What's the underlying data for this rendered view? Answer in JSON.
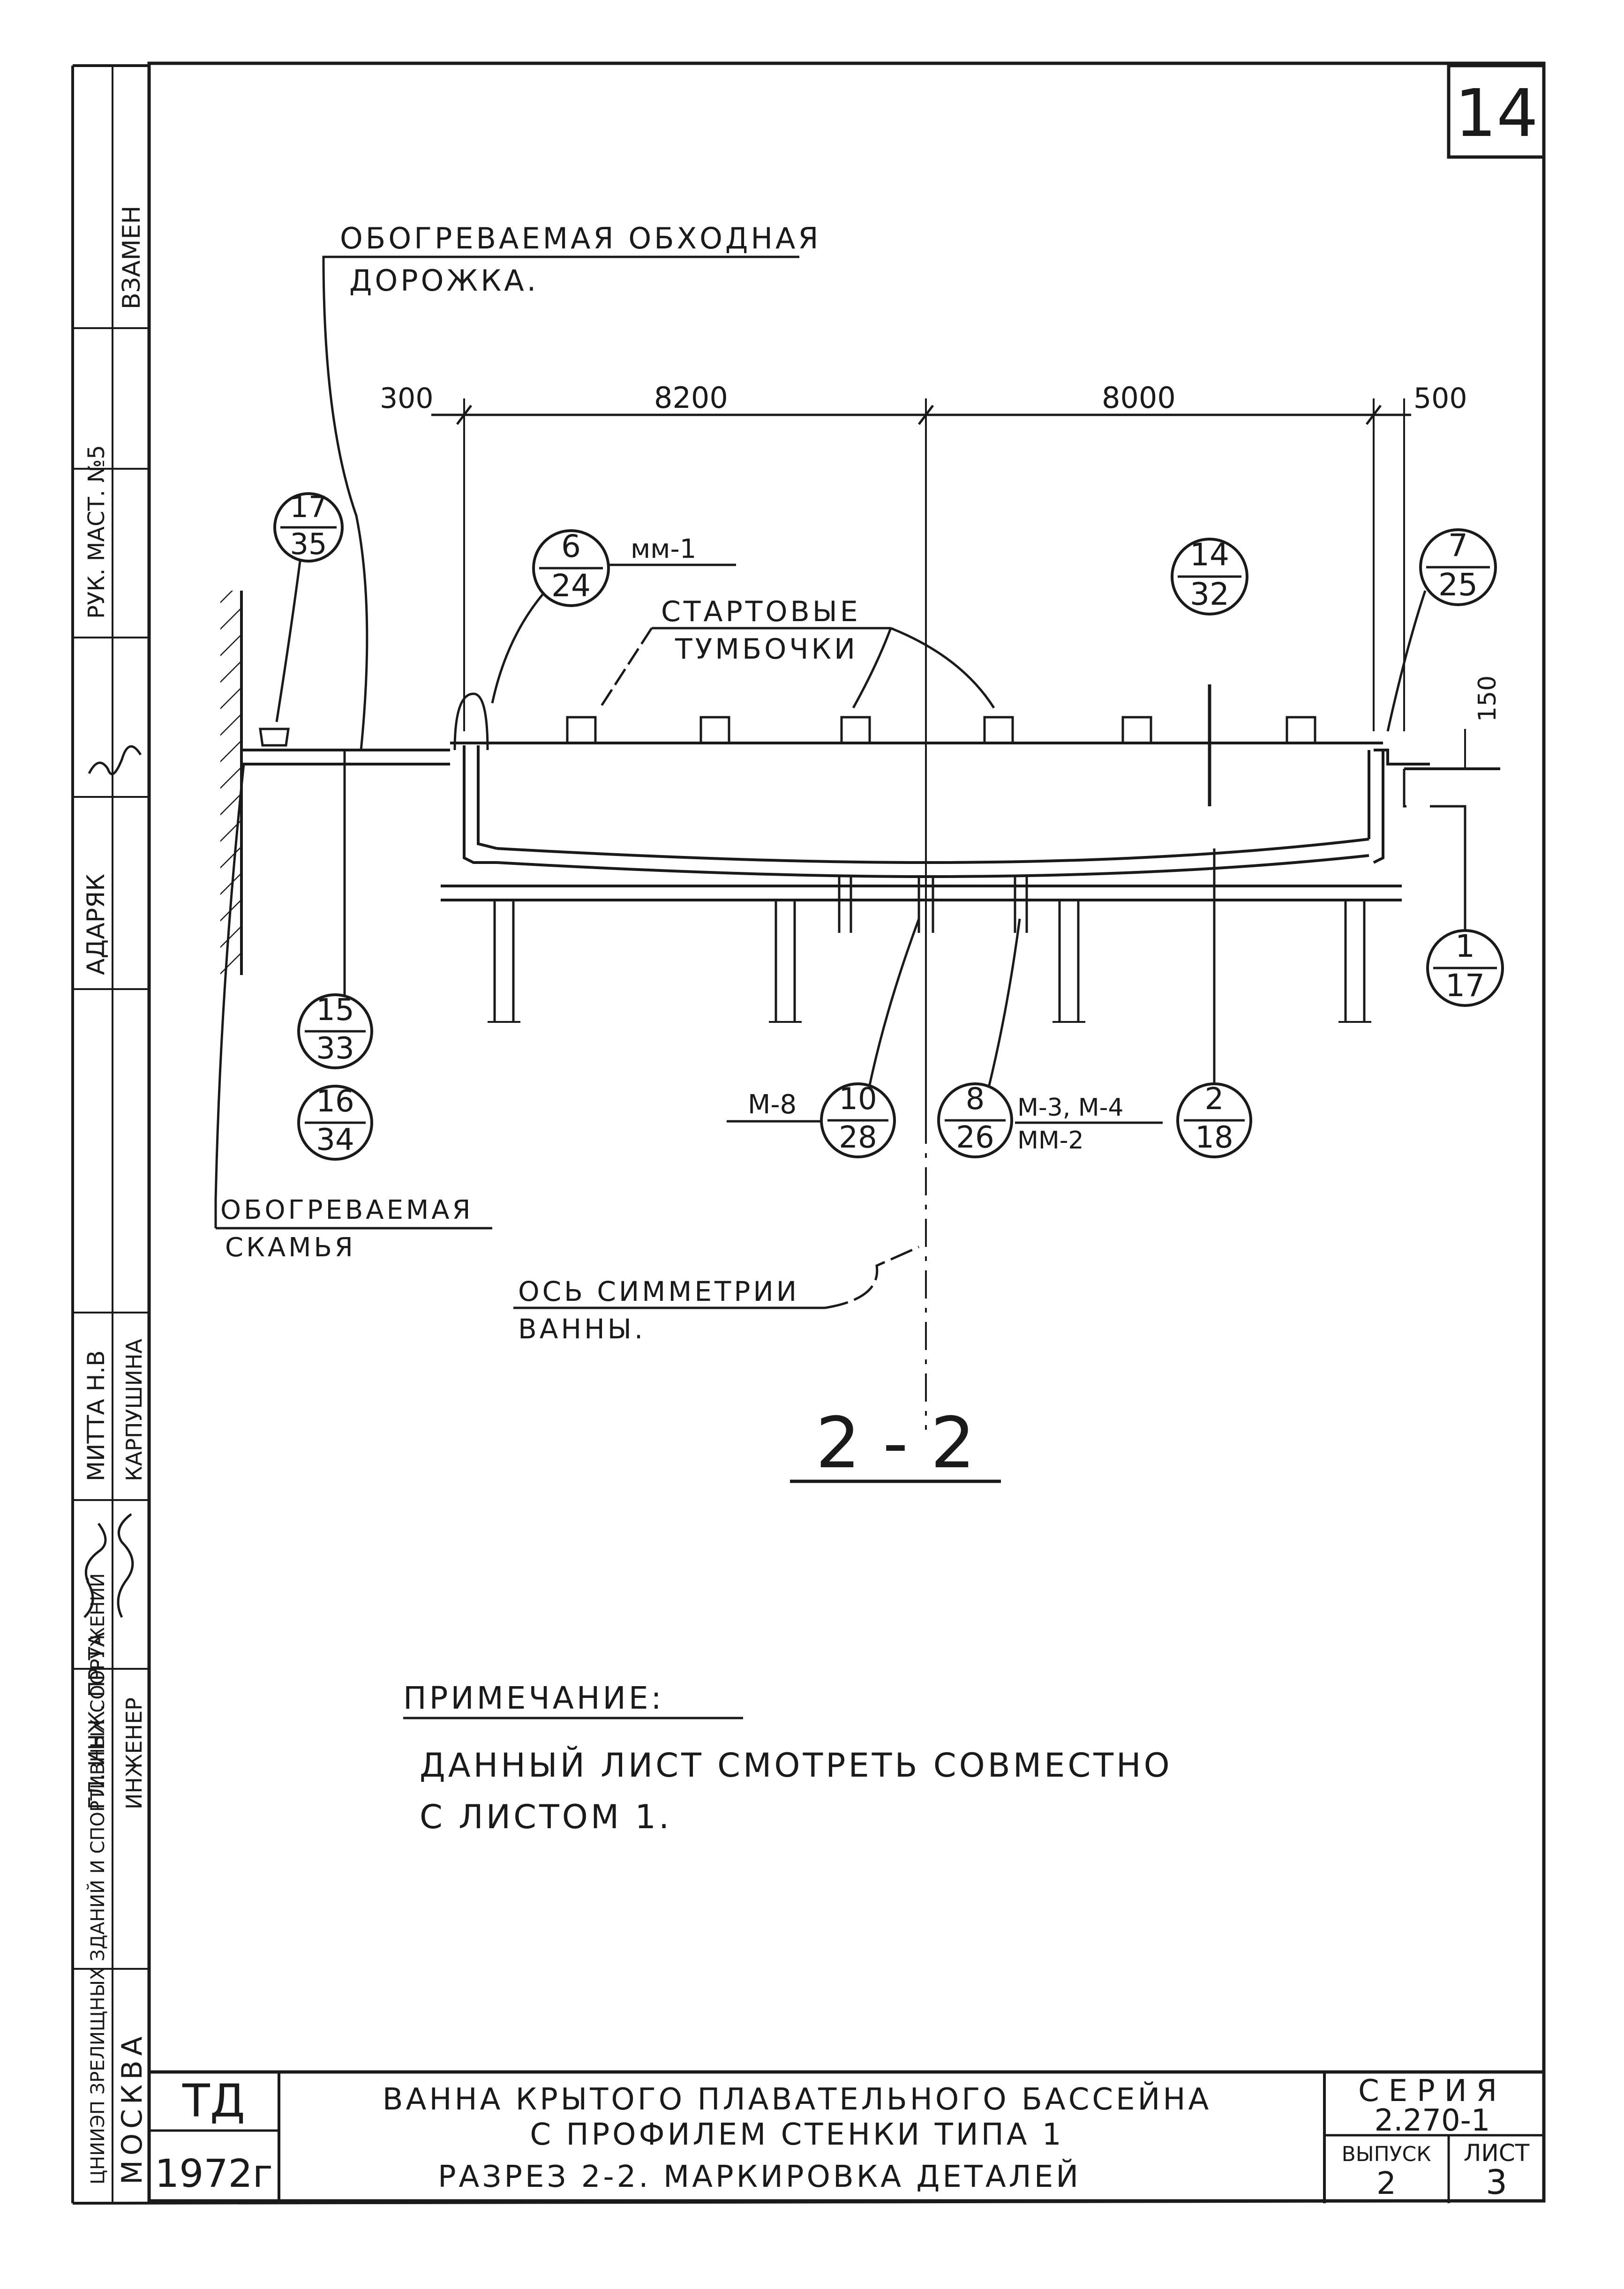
{
  "sheet_number": "14",
  "labels": {
    "walkway_line1": "ОБОГРЕВАЕМАЯ ОБХОДНАЯ",
    "walkway_line2": "ДОРОЖКА.",
    "starting_blocks_line1": "СТАРТОВЫЕ",
    "starting_blocks_line2": "ТУМБОЧКИ",
    "bench_line1": "ОБОГРЕВАЕМАЯ",
    "bench_line2": "СКАМЬЯ",
    "axis_line1": "ОСЬ СИММЕТРИИ",
    "axis_line2": "ВАННЫ."
  },
  "dimensions": {
    "left_offset": "300",
    "span_left": "8200",
    "span_right": "8000",
    "right_offset": "500",
    "edge_height": "150"
  },
  "callouts": {
    "c17_35": {
      "top": "17",
      "bottom": "35"
    },
    "c6_24": {
      "top": "6",
      "bottom": "24",
      "mark": "мм-1"
    },
    "c14_32": {
      "top": "14",
      "bottom": "32"
    },
    "c7_25": {
      "top": "7",
      "bottom": "25"
    },
    "c1_17": {
      "top": "1",
      "bottom": "17"
    },
    "c15_33": {
      "top": "15",
      "bottom": "33"
    },
    "c16_34": {
      "top": "16",
      "bottom": "34"
    },
    "c10_28": {
      "top": "10",
      "bottom": "28",
      "mark": "М-8"
    },
    "c8_26": {
      "top": "8",
      "bottom": "26",
      "mark_line1": "М-3, М-4",
      "mark_line2": "ММ-2"
    },
    "c2_18": {
      "top": "2",
      "bottom": "18"
    }
  },
  "section_title": "2 - 2",
  "note": {
    "heading": "ПРИМЕЧАНИЕ:",
    "line1": "ДАННЫЙ ЛИСТ СМОТРЕТЬ СОВМЕСТНО",
    "line2": "С ЛИСТОМ 1."
  },
  "title_block": {
    "org_logo": "ТД",
    "year": "1972г",
    "title_line1": "ВАННА КРЫТОГО ПЛАВАТЕЛЬНОГО БАССЕЙНА",
    "title_line2": "С ПРОФИЛЕМ СТЕНКИ ТИПА 1",
    "title_line3": "РАЗРЕЗ 2-2. МАРКИРОВКА ДЕТАЛЕЙ",
    "series_label": "СЕРИЯ",
    "series_value": "2.270-1",
    "issue_label": "ВЫПУСК",
    "issue_value": "2",
    "sheet_label": "ЛИСТ",
    "sheet_value": "3"
  },
  "side_stamp": {
    "city": "МОСКВА",
    "org": "ЦНИИЭП ЗРЕЛИЩНЫХ ЗДАНИЙ И СПОРТИВНЫХ СООРУЖЕНИЙ",
    "replaced": "ВЗАМЕН",
    "role1": "РУК. МАСТ. №5",
    "role2": "ГЛ. ИНЖ. ПР-ТА",
    "role3": "ИНЖЕНЕР",
    "name1": "АДАРЯК",
    "name2": "МИТТА Н.В",
    "name3": "КАРПУШИНА"
  }
}
